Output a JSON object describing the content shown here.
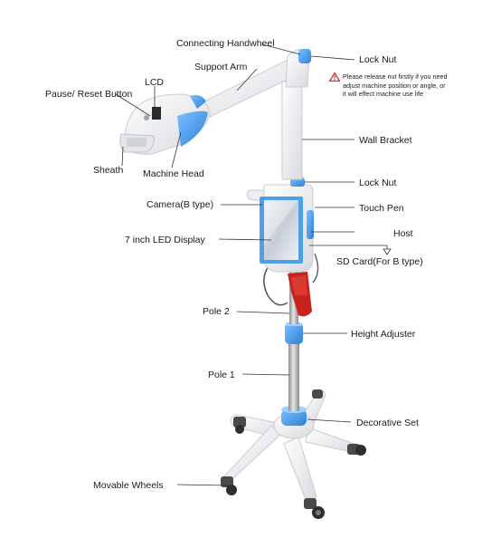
{
  "labels": {
    "connecting_handwheel": "Connecting Handwheel",
    "support_arm": "Support Arm",
    "lcd": "LCD",
    "pause_reset_button": "Pause/ Reset Button",
    "sheath": "Sheath",
    "machine_head": "Machine Head",
    "lock_nut_top": "Lock Nut",
    "wall_bracket": "Wall Bracket",
    "lock_nut_mid": "Lock Nut",
    "camera": "Camera(B type)",
    "touch_pen": "Touch Pen",
    "led_display": "7 inch LED Display",
    "host": "Host",
    "sd_card": "SD Card(For B type)",
    "pole_2": "Pole 2",
    "height_adjuster": "Height  Adjuster",
    "pole_1": "Pole 1",
    "decorative_set": "Decorative Set",
    "movable_wheels": "Movable Wheels"
  },
  "warning": {
    "line1": "Please release nut firstly if you need",
    "line2": "adjust machine position or angle, or",
    "line3": "it will effect machine use life"
  },
  "colors": {
    "accent_blue": "#3f8fe0",
    "body_white": "#f2f3f5",
    "pole_metal": "#b9b9b9",
    "warning_red": "#d9261c",
    "holder_red": "#c8221e"
  }
}
